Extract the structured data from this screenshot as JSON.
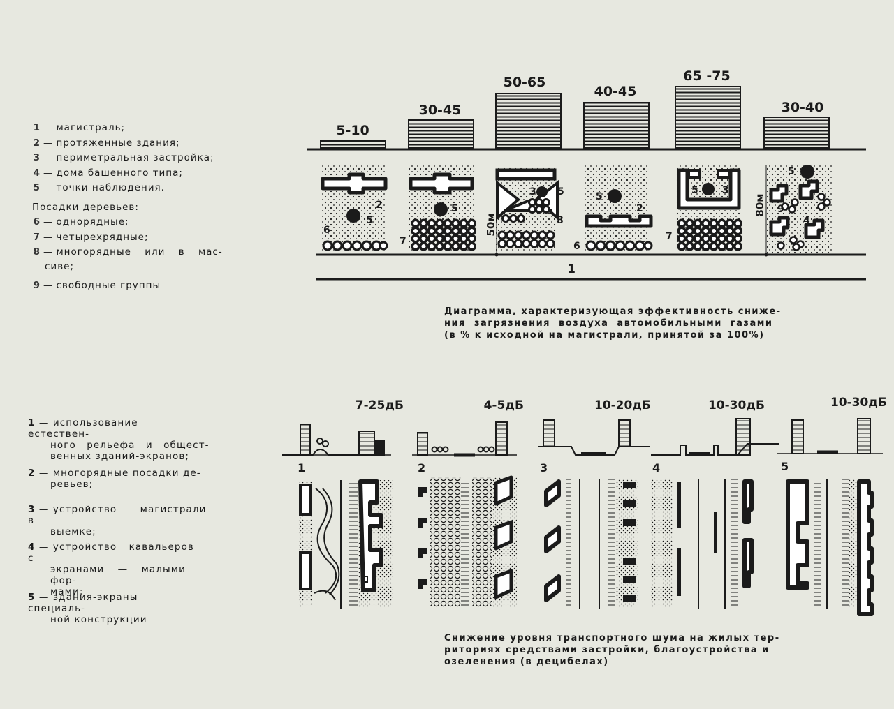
{
  "legend_top": {
    "items": [
      {
        "num": "1",
        "text": "магистраль;"
      },
      {
        "num": "2",
        "text": "протяженные здания;"
      },
      {
        "num": "3",
        "text": "периметральная застройка;"
      },
      {
        "num": "4",
        "text": "дома башенного типа;"
      },
      {
        "num": "5",
        "text": "точки наблюдения."
      }
    ],
    "trees_heading": "Посадки деревьев:",
    "tree_items": [
      {
        "num": "6",
        "text": "однорядные;"
      },
      {
        "num": "7",
        "text": "четырехрядные;"
      },
      {
        "num": "8",
        "text": "многорядные или в мас-",
        "cont": "сиве;"
      },
      {
        "num": "9",
        "text": "свободные группы"
      }
    ]
  },
  "diagram_top": {
    "values": [
      "5-10",
      "30-45",
      "50-65",
      "40-45",
      "65 -75",
      "30-40"
    ],
    "road_label": "1",
    "dim_50": "50м",
    "dim_80": "80м",
    "numbers": {
      "p1": [
        "2",
        "5",
        "6"
      ],
      "p2": [
        "5",
        "7"
      ],
      "p3": [
        "3",
        "5",
        "8"
      ],
      "p4": [
        "5",
        "2",
        "6"
      ],
      "p5": [
        "5",
        "3",
        "7"
      ],
      "p6": [
        "5",
        "9",
        "4"
      ]
    },
    "caption": [
      "Диаграмма, характеризующая эффективность сниже-",
      "ния загрязнения воздуха автомобильными газами",
      "(в % к исходной на магистрали, принятой за 100%)"
    ]
  },
  "legend_bottom": {
    "items": [
      {
        "num": "1",
        "lines": [
          "использование естествен-",
          "ного рельефа и общест-",
          "венных зданий-экранов;"
        ]
      },
      {
        "num": "2",
        "lines": [
          "многорядные посадки де-",
          "ревьев;"
        ]
      },
      {
        "num": "3",
        "lines": [
          "устройство магистрали в",
          "выемке;"
        ]
      },
      {
        "num": "4",
        "lines": [
          "устройство кавальеров с",
          "экранами — малыми фор-",
          "мами;"
        ]
      },
      {
        "num": "5",
        "lines": [
          "здания-экраны специаль-",
          "ной конструкции"
        ]
      }
    ]
  },
  "diagram_bottom": {
    "values": [
      "7-25дБ",
      "4-5дБ",
      "10-20дБ",
      "10-30дБ",
      "10-30дБ"
    ],
    "numbers": [
      "1",
      "2",
      "3",
      "4",
      "5"
    ],
    "caption": [
      "Снижение уровня транспортного шума на жилых тер-",
      "риториях средствами застройки, благоустройства и",
      "озеленения (в децибелах)"
    ]
  },
  "colors": {
    "paper": "#e7e8e0",
    "ink": "#1b1b1b"
  }
}
